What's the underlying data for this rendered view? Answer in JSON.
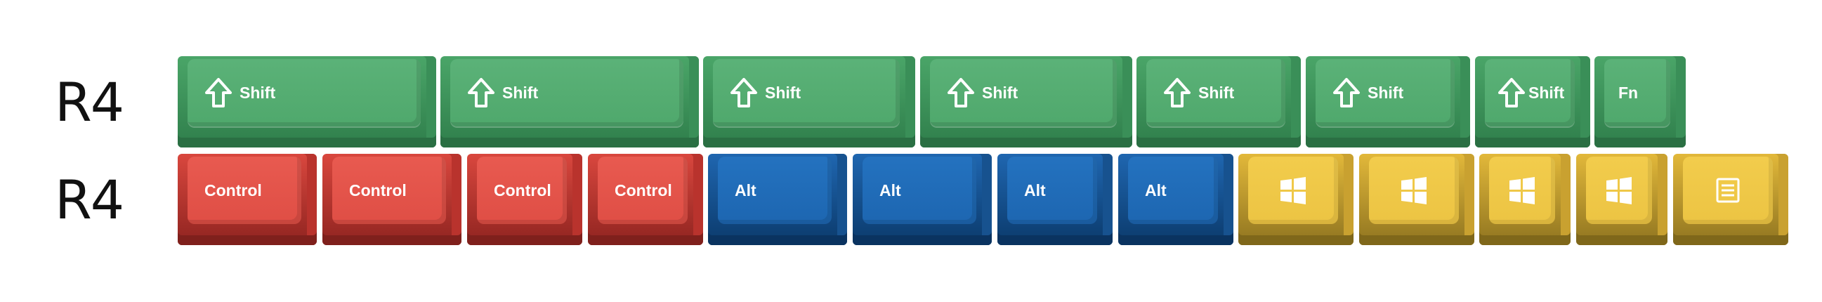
{
  "rows": [
    {
      "label": "R4"
    },
    {
      "label": "R4"
    }
  ],
  "colors": {
    "green": "#55AD71",
    "red": "#E65449",
    "blue": "#1F6CB8",
    "yellow": "#EFC748"
  },
  "keys_row1": [
    {
      "legend": "Shift",
      "icon": "shift-arrow-icon",
      "color": "green"
    },
    {
      "legend": "Shift",
      "icon": "shift-arrow-icon",
      "color": "green"
    },
    {
      "legend": "Shift",
      "icon": "shift-arrow-icon",
      "color": "green"
    },
    {
      "legend": "Shift",
      "icon": "shift-arrow-icon",
      "color": "green"
    },
    {
      "legend": "Shift",
      "icon": "shift-arrow-icon",
      "color": "green"
    },
    {
      "legend": "Shift",
      "icon": "shift-arrow-icon",
      "color": "green"
    },
    {
      "legend": "Shift",
      "icon": "shift-arrow-icon",
      "color": "green"
    },
    {
      "legend": "Fn",
      "color": "green"
    }
  ],
  "keys_row2": [
    {
      "legend": "Control",
      "color": "red"
    },
    {
      "legend": "Control",
      "color": "red"
    },
    {
      "legend": "Control",
      "color": "red"
    },
    {
      "legend": "Control",
      "color": "red"
    },
    {
      "legend": "Alt",
      "color": "blue"
    },
    {
      "legend": "Alt",
      "color": "blue"
    },
    {
      "legend": "Alt",
      "color": "blue"
    },
    {
      "legend": "Alt",
      "color": "blue"
    },
    {
      "icon": "windows-logo-icon",
      "color": "yellow"
    },
    {
      "icon": "windows-logo-icon",
      "color": "yellow"
    },
    {
      "icon": "windows-logo-icon",
      "color": "yellow"
    },
    {
      "icon": "windows-logo-icon",
      "color": "yellow"
    },
    {
      "icon": "menu-icon",
      "color": "yellow"
    }
  ]
}
